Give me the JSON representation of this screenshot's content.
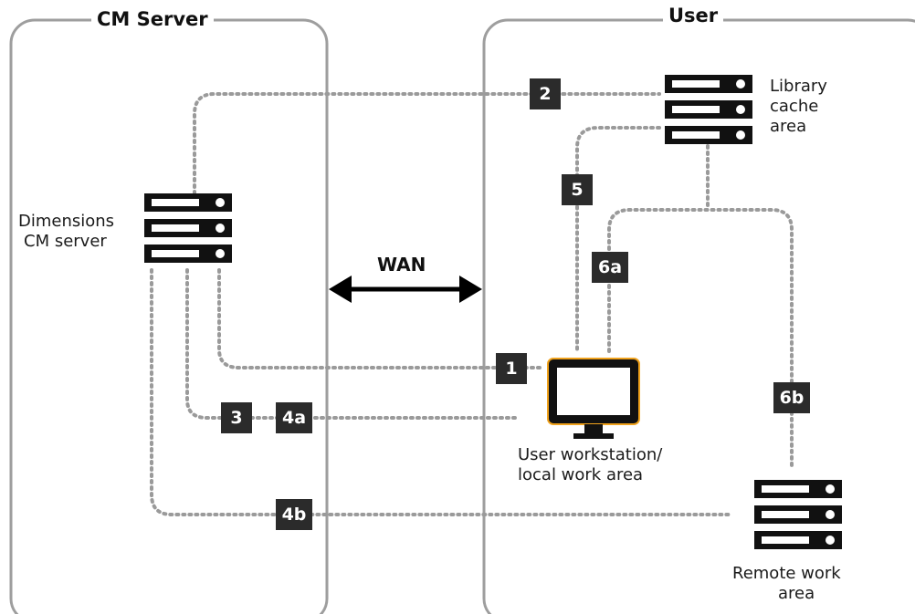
{
  "groups": {
    "cm_server": {
      "title": "CM Server"
    },
    "user": {
      "title": "User"
    }
  },
  "nodes": {
    "dimensions_server": {
      "label_line1": "Dimensions",
      "label_line2": "CM server",
      "icon": "server-icon"
    },
    "library_cache": {
      "label_line1": "Library",
      "label_line2": "cache",
      "label_line3": "area",
      "icon": "server-icon"
    },
    "workstation": {
      "label_line1": "User workstation/",
      "label_line2": "local work area",
      "icon": "monitor-icon"
    },
    "remote_work": {
      "label_line1": "Remote work",
      "label_line2": "area",
      "icon": "server-icon"
    }
  },
  "link": {
    "label": "WAN"
  },
  "steps": {
    "s1": "1",
    "s2": "2",
    "s3": "3",
    "s4a": "4a",
    "s4b": "4b",
    "s5": "5",
    "s6a": "6a",
    "s6b": "6b"
  },
  "colors": {
    "frame": "#9e9e9e",
    "dotted": "#9a9a9a",
    "badge": "#2b2b2b",
    "icon": "#111111",
    "accent": "#f0a21c"
  }
}
